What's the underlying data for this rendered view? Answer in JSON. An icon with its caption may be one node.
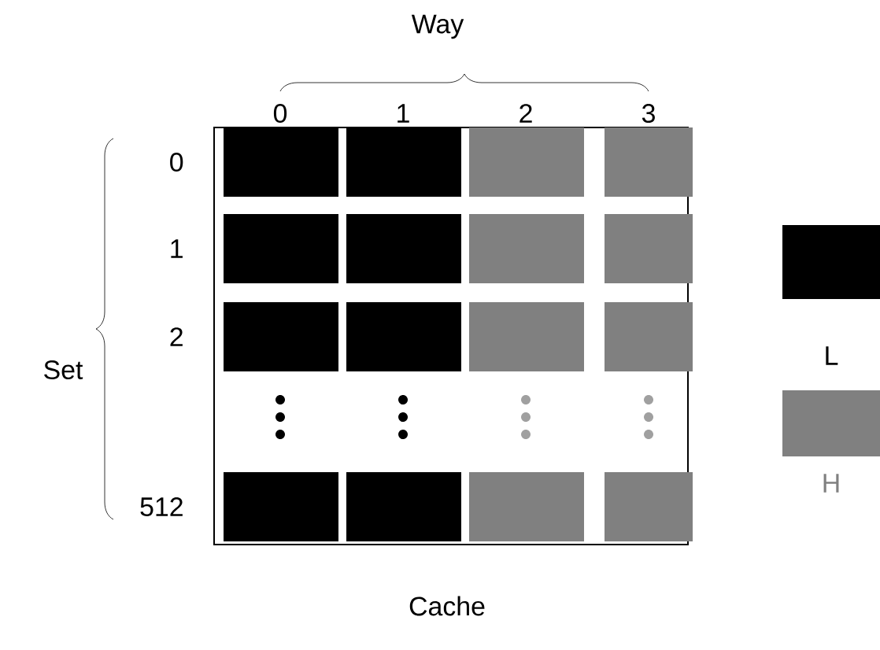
{
  "diagram": {
    "caption": "Cache",
    "labels": [
      "Way",
      "0",
      "1",
      "2",
      "3",
      "Set",
      "0",
      "1",
      "2",
      "512"
    ],
    "legend": [
      {
        "text": "L",
        "color": "#000000"
      },
      {
        "text": "H",
        "color": "#808080"
      }
    ]
  }
}
